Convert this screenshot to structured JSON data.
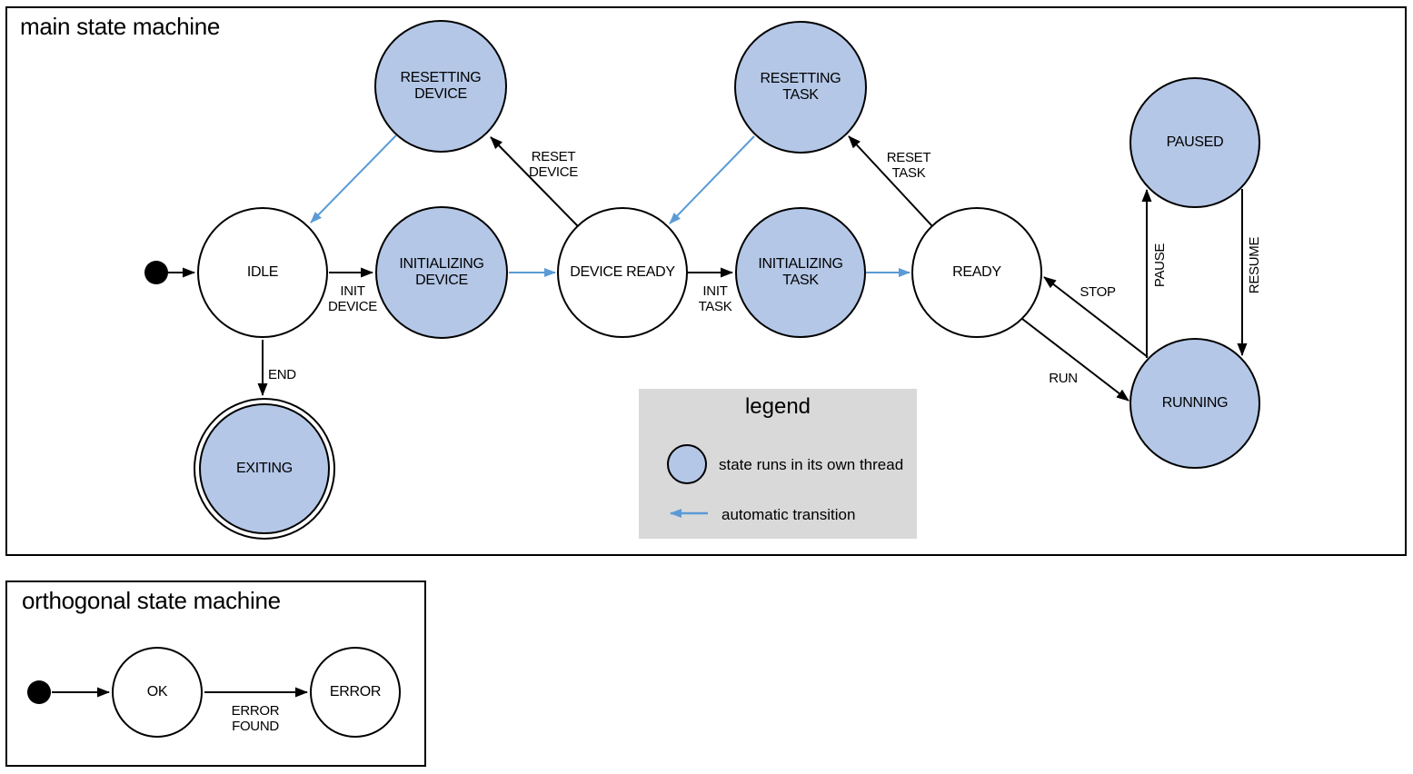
{
  "colors": {
    "threaded_state_fill": "#b4c7e7",
    "automatic_transition_blue": "#5b9bd5",
    "legend_background": "#d9d9d9",
    "diagram_outline": "#000000"
  },
  "main": {
    "title": "main state machine",
    "states": {
      "idle": {
        "label": "IDLE",
        "threaded": false
      },
      "resetting_device": {
        "label": "RESETTING DEVICE",
        "threaded": true
      },
      "initializing_device": {
        "label": "INITIALIZING DEVICE",
        "threaded": true
      },
      "device_ready": {
        "label": "DEVICE READY",
        "threaded": false
      },
      "resetting_task": {
        "label": "RESETTING TASK",
        "threaded": true
      },
      "initializing_task": {
        "label": "INITIALIZING TASK",
        "threaded": true
      },
      "ready": {
        "label": "READY",
        "threaded": false
      },
      "paused": {
        "label": "PAUSED",
        "threaded": true
      },
      "running": {
        "label": "RUNNING",
        "threaded": true
      },
      "exiting": {
        "label": "EXITING",
        "threaded": true,
        "final": true
      }
    },
    "transitions": {
      "start": {
        "from": "initial",
        "to": "idle",
        "label": "",
        "automatic": false
      },
      "init_device": {
        "from": "idle",
        "to": "initializing_device",
        "label": "INIT DEVICE",
        "automatic": false
      },
      "device_initialized": {
        "from": "initializing_device",
        "to": "device_ready",
        "label": "",
        "automatic": true
      },
      "reset_device": {
        "from": "device_ready",
        "to": "resetting_device",
        "label": "RESET DEVICE",
        "automatic": false
      },
      "device_reset_done": {
        "from": "resetting_device",
        "to": "idle",
        "label": "",
        "automatic": true
      },
      "init_task": {
        "from": "device_ready",
        "to": "initializing_task",
        "label": "INIT TASK",
        "automatic": false
      },
      "task_initialized": {
        "from": "initializing_task",
        "to": "ready",
        "label": "",
        "automatic": true
      },
      "reset_task": {
        "from": "ready",
        "to": "resetting_task",
        "label": "RESET TASK",
        "automatic": false
      },
      "task_reset_done": {
        "from": "resetting_task",
        "to": "device_ready",
        "label": "",
        "automatic": true
      },
      "run": {
        "from": "ready",
        "to": "running",
        "label": "RUN",
        "automatic": false
      },
      "stop": {
        "from": "running",
        "to": "ready",
        "label": "STOP",
        "automatic": false
      },
      "pause": {
        "from": "running",
        "to": "paused",
        "label": "PAUSE",
        "automatic": false
      },
      "resume": {
        "from": "paused",
        "to": "running",
        "label": "RESUME",
        "automatic": false
      },
      "end": {
        "from": "idle",
        "to": "exiting",
        "label": "END",
        "automatic": false
      }
    }
  },
  "legend": {
    "title": "legend",
    "items": [
      {
        "symbol": "threaded-state-circle",
        "label": "state runs in its own thread"
      },
      {
        "symbol": "automatic-transition-arrow",
        "label": "automatic transition"
      }
    ]
  },
  "orthogonal": {
    "title": "orthogonal state machine",
    "states": {
      "ok": {
        "label": "OK"
      },
      "error": {
        "label": "ERROR"
      }
    },
    "transitions": {
      "start": {
        "from": "initial",
        "to": "ok",
        "label": "",
        "automatic": false
      },
      "error_found": {
        "from": "ok",
        "to": "error",
        "label": "ERROR FOUND",
        "automatic": false
      }
    }
  }
}
